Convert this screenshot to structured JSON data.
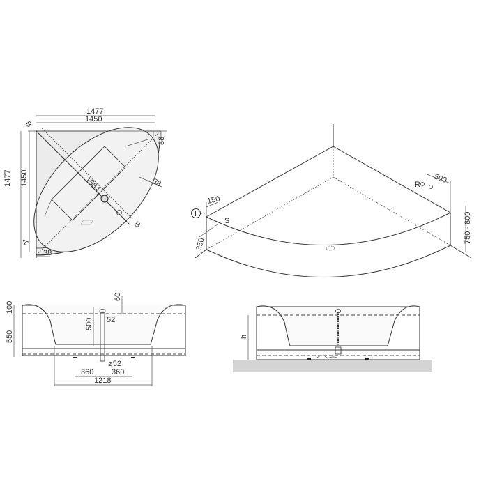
{
  "drawing": {
    "subject": "Corner bathtub technical drawing",
    "colors": {
      "line": "#333333",
      "fill_gray": "#ececec",
      "floor_gray": "#d4d4d4",
      "background": "#ffffff"
    }
  },
  "plan_view": {
    "width_outer": "1477",
    "width_inner": "1450",
    "height_outer": "1477",
    "height_inner": "1450",
    "diagonal": "1584",
    "rim_top_right": "38",
    "rim_right": "38",
    "rim_bottom": "38",
    "section_marker_b": "B",
    "section_marker_a": "A"
  },
  "isometric_view": {
    "width_500": "500",
    "height_range": "750 - 800",
    "offset_150": "150",
    "height_350": "350",
    "label_r": "R",
    "label_s": "S",
    "label_i": "I"
  },
  "elevation_a": {
    "rim_100": "100",
    "height_550": "550",
    "depth_500": "500",
    "offset_60": "60",
    "overflow_52": "52",
    "drain_dia": "ø52",
    "foot_left": "360",
    "foot_right": "360",
    "bottom_width": "1218"
  },
  "elevation_b": {
    "label_h": "h"
  }
}
